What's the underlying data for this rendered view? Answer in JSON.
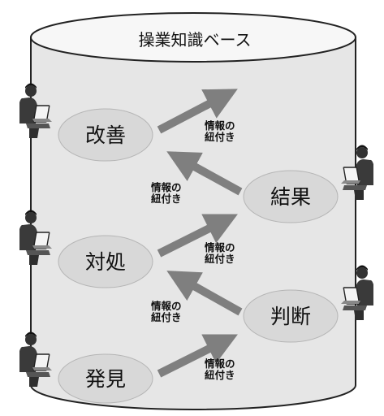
{
  "title": "操業知識ベース",
  "link_label": {
    "line1": "情報の",
    "line2": "紐付き"
  },
  "nodes": {
    "kaizen": "改善",
    "kekka": "結果",
    "taisho": "対処",
    "handan": "判断",
    "hakken": "発見"
  },
  "colors": {
    "cylinder_fill": "#e6e6e6",
    "cylinder_top": "#f7f7f7",
    "cylinder_stroke": "#222222",
    "ellipse_fill": "#d8d8d8",
    "arrow": "#7f7f7f",
    "person": "#333333"
  }
}
